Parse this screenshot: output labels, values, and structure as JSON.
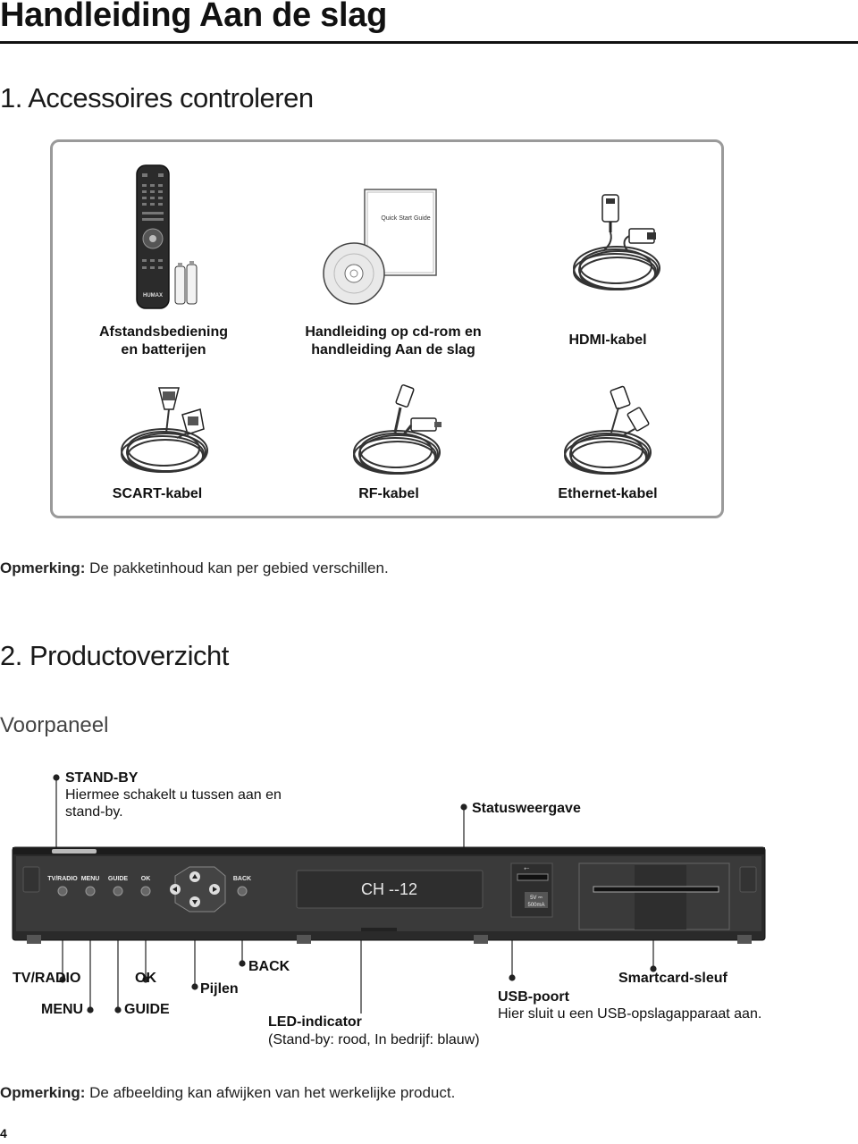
{
  "page": {
    "title": "Handleiding Aan de slag",
    "page_number": "4"
  },
  "section1": {
    "heading": "1. Accessoires controleren",
    "items": [
      {
        "line1": "Afstandsbediening",
        "line2": "en batterijen"
      },
      {
        "line1": "Handleiding op cd-rom en",
        "line2": "handleiding Aan de slag"
      },
      {
        "line1": "HDMI-kabel",
        "line2": ""
      },
      {
        "line1": "SCART-kabel",
        "line2": ""
      },
      {
        "line1": "RF-kabel",
        "line2": ""
      },
      {
        "line1": "Ethernet-kabel",
        "line2": ""
      }
    ],
    "quick_start_label": "Quick Start Guide",
    "remote_brand": "HUMAX",
    "note_label": "Opmerking:",
    "note_text": "De pakketinhoud kan per gebied verschillen."
  },
  "section2": {
    "heading": "2. Productoverzicht",
    "subheading": "Voorpaneel",
    "standby": {
      "title": "STAND-BY",
      "line1": "Hiermee schakelt u tussen aan en",
      "line2": "stand-by."
    },
    "status_display": "Statusweergave",
    "panel": {
      "display_text": "CH --12",
      "buttons": [
        "TV/RADIO",
        "MENU",
        "GUIDE",
        "OK",
        "BACK"
      ],
      "usb_rating_1": "5V ⎓",
      "usb_rating_2": "500mA"
    },
    "labels": {
      "tv_radio": "TV/RADIO",
      "menu": "MENU",
      "ok": "OK",
      "guide": "GUIDE",
      "pijlen": "Pijlen",
      "back": "BACK",
      "led_title": "LED-indicator",
      "led_desc": "(Stand-by: rood, In bedrijf: blauw)",
      "usb_title": "USB-poort",
      "usb_desc": "Hier sluit u een USB-opslagapparaat aan.",
      "smartcard": "Smartcard-sleuf"
    },
    "note_label": "Opmerking:",
    "note_text": "De afbeelding kan afwijken van het werkelijke product."
  }
}
